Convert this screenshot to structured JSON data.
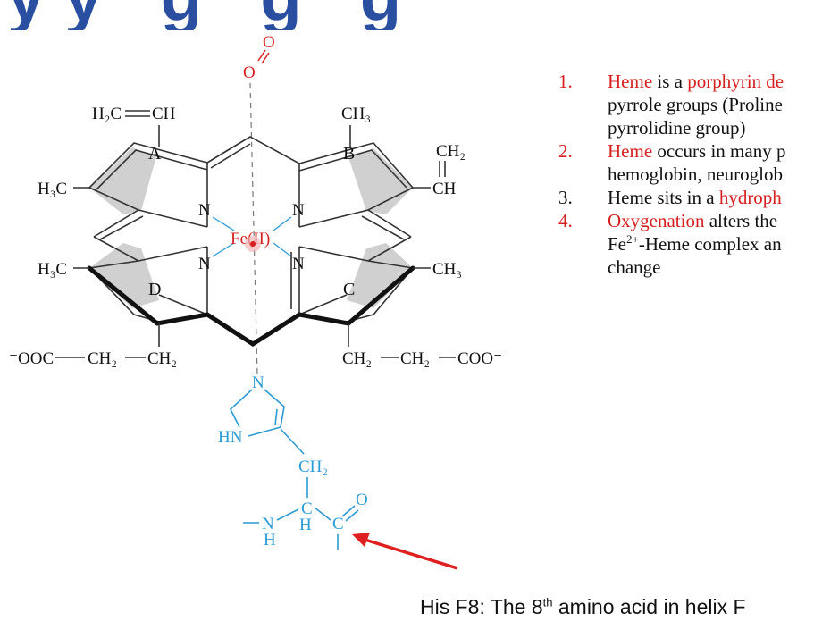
{
  "title_fragment": "yy g g g",
  "molecule": {
    "atoms": {
      "o_top": "O",
      "o_bound": "O",
      "vinyl_left": "H₂C",
      "vinyl_left_ch": "CH",
      "methyl_top": "CH₃",
      "vinyl_right_ch2": "CH₂",
      "vinyl_right_ch": "CH",
      "methyl_left_top": "H₃C",
      "methyl_left_bottom": "H₃C",
      "methyl_right": "CH₃",
      "n_tl": "N",
      "n_tr": "N",
      "n_bl": "N",
      "n_br": "N",
      "iron": "Fe(II)",
      "coo_left": "⁻OOC",
      "ch2_l1": "CH₂",
      "ch2_l2": "CH₂",
      "ch2_r1": "CH₂",
      "ch2_r2": "CH₂",
      "coo_right": "COO⁻",
      "his_n": "N",
      "his_hn": "HN",
      "his_ch2": "CH₂",
      "his_c_alpha": "C",
      "his_h_alpha": "H",
      "his_nh": "N",
      "his_nh_h": "H",
      "his_c_carbonyl": "C",
      "his_o": "O"
    },
    "rings": [
      "A",
      "B",
      "C",
      "D"
    ]
  },
  "points": [
    {
      "num": "1.",
      "line1_parts": [
        {
          "t": "Heme",
          "hl": true
        },
        {
          "t": " is a ",
          "hl": false
        },
        {
          "t": "porphyrin de",
          "hl": true
        }
      ],
      "line2": "pyrrole groups (Proline",
      "line3": "pyrrolidine group)"
    },
    {
      "num": "2.",
      "line1_parts": [
        {
          "t": "Heme",
          "hl": true
        },
        {
          "t": " occurs in many p",
          "hl": false
        }
      ],
      "line2": "hemoglobin, neuroglob",
      "line3": ""
    },
    {
      "num": "3.",
      "line1_parts": [
        {
          "t": "Heme sits in a ",
          "hl": false
        },
        {
          "t": "hydroph",
          "hl": true
        }
      ],
      "line2": "",
      "line3": ""
    },
    {
      "num": "4.",
      "line1_parts": [
        {
          "t": "Oxygenation",
          "hl": true
        },
        {
          "t": " alters the",
          "hl": false
        }
      ],
      "line2_pre": "Fe",
      "line2_sup": "2+",
      "line2_post": "-Heme complex an",
      "line3": "change"
    }
  ],
  "caption": {
    "pre": "His F8: The 8",
    "sup": "th",
    "post": " amino acid in helix F"
  },
  "colors": {
    "highlight": "#d62020",
    "histidine": "#2a9bd4",
    "title": "#2a4fa0"
  }
}
